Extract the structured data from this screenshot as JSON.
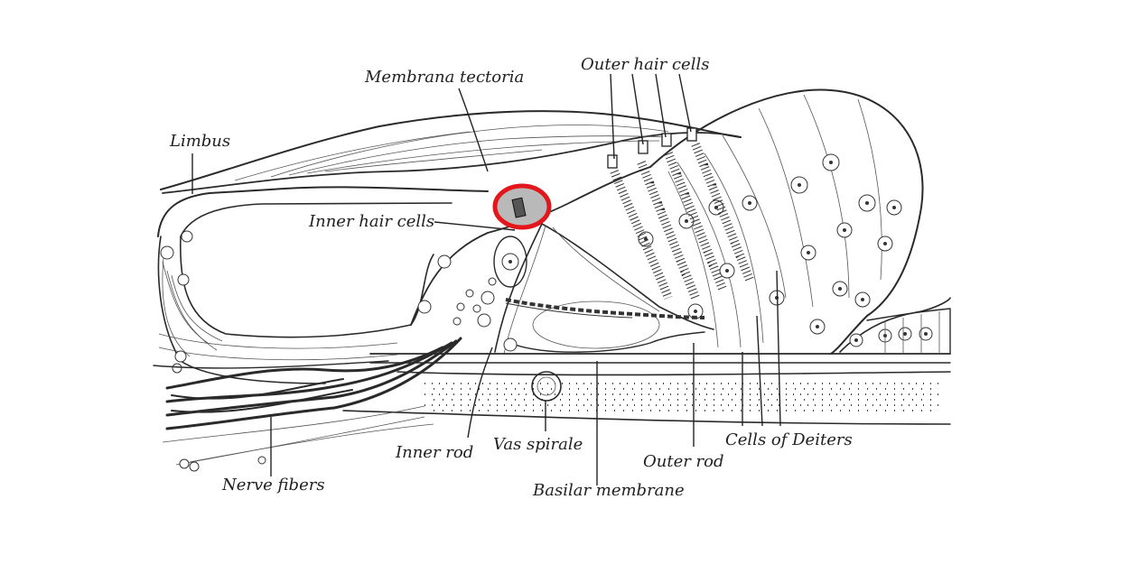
{
  "labels": {
    "membrana_tectoria": "Membrana tectoria",
    "outer_hair_cells": "Outer hair cells",
    "limbus": "Limbus",
    "inner_hair_cells": "Inner hair cells",
    "inner_rod": "Inner rod",
    "vas_spirale": "Vas spirale",
    "outer_rod": "Outer rod",
    "cells_of_deiters": "Cells of Deiters",
    "nerve_fibers": "Nerve fibers",
    "basilar_membrane": "Basilar membrane"
  },
  "highlight": {
    "target": "inner_hair_cells",
    "color": "#e3161b",
    "fill": "#b9b9b9"
  }
}
